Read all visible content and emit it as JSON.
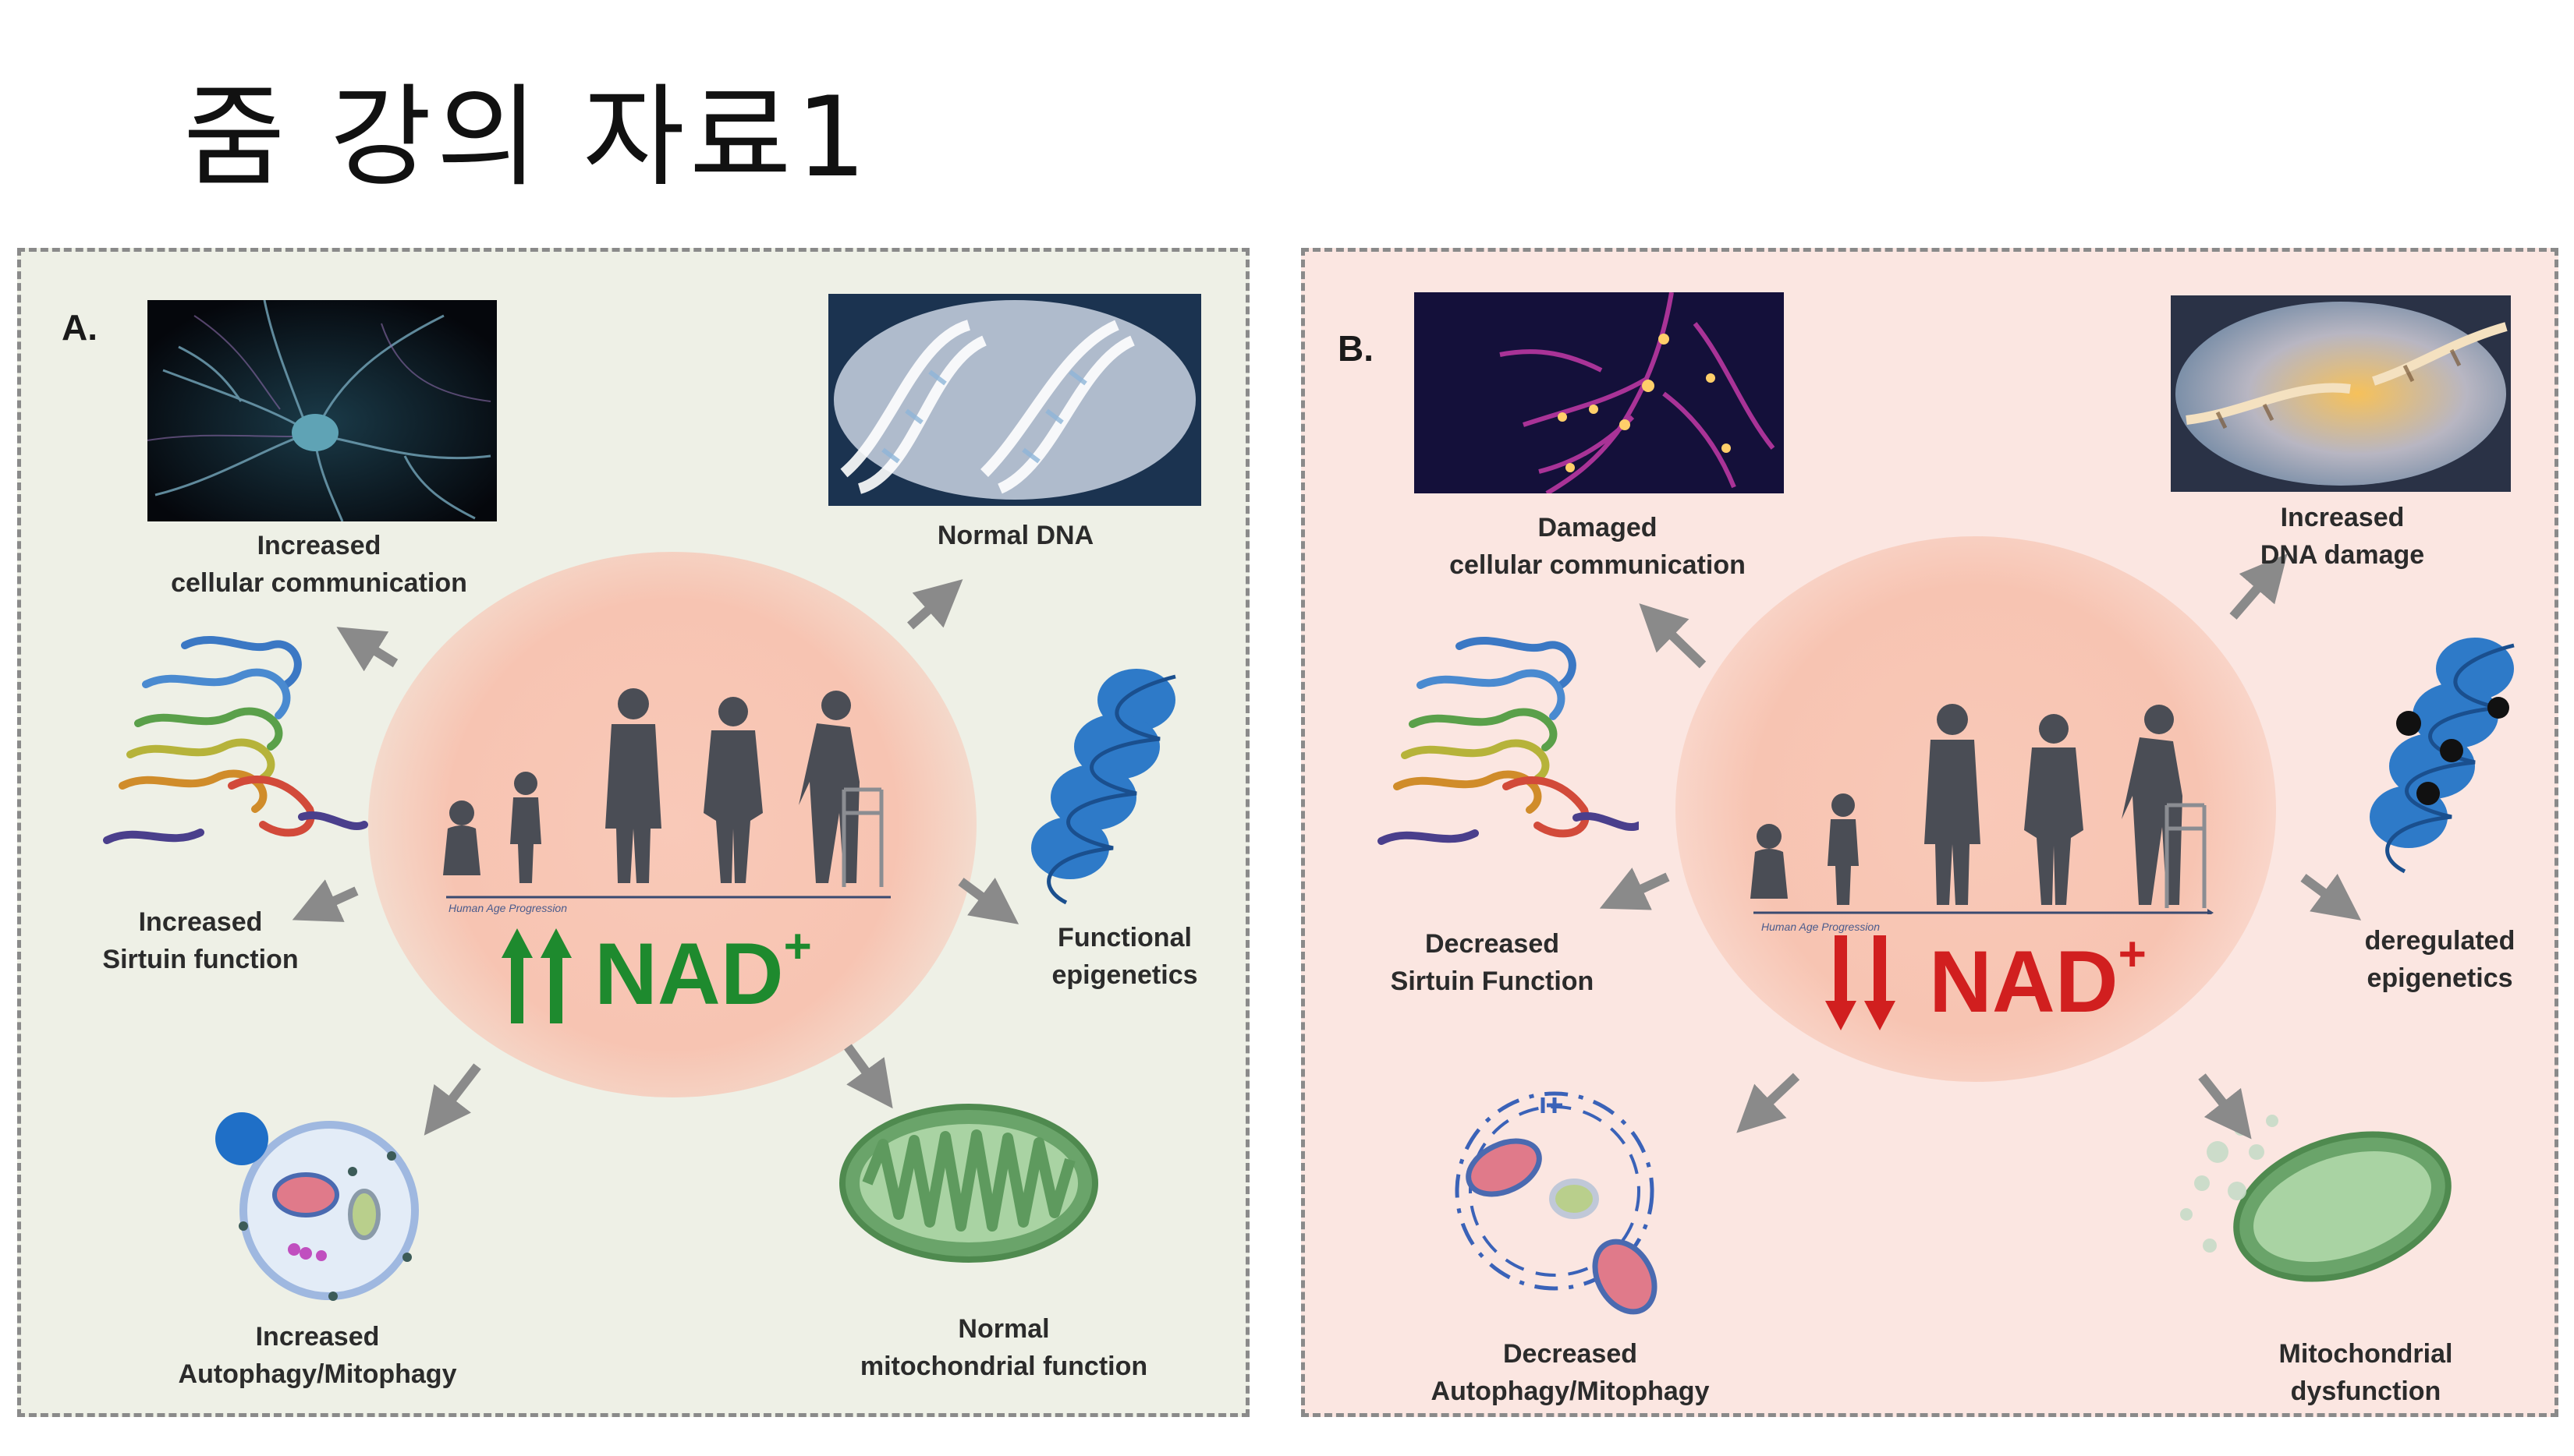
{
  "slide": {
    "title": "줌 강의 자료1"
  },
  "panel_a": {
    "label": "A.",
    "nad_text": "NAD",
    "nad_sup": "+",
    "age_caption": "Human Age Progression",
    "labels": {
      "communication": [
        "Increased",
        "cellular communication"
      ],
      "dna": [
        "Normal DNA"
      ],
      "sirtuin": [
        "Increased",
        "Sirtuin function"
      ],
      "epigenetics": [
        "Functional",
        "epigenetics"
      ],
      "autophagy": [
        "Increased",
        "Autophagy/Mitophagy"
      ],
      "mitochondria": [
        "Normal",
        "mitochondrial function"
      ]
    },
    "colors": {
      "nad": "#1e8a2e",
      "background": "#eef0e6"
    }
  },
  "panel_b": {
    "label": "B.",
    "nad_text": "NAD",
    "nad_sup": "+",
    "age_caption": "Human Age Progression",
    "labels": {
      "communication": [
        "Damaged",
        "cellular communication"
      ],
      "dna": [
        "Increased",
        "DNA damage"
      ],
      "sirtuin": [
        "Decreased",
        "Sirtuin Function"
      ],
      "epigenetics": [
        "deregulated",
        "epigenetics"
      ],
      "autophagy": [
        "Decreased",
        "Autophagy/Mitophagy"
      ],
      "mitochondria": [
        "Mitochondrial",
        "dysfunction"
      ]
    },
    "colors": {
      "nad": "#d11f1f",
      "background": "#fbe6e1"
    }
  }
}
